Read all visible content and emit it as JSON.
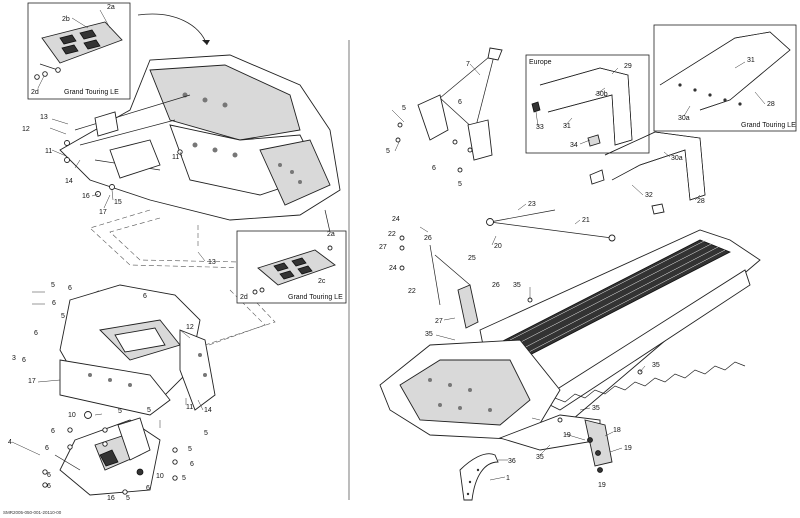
{
  "insets": {
    "top_left": {
      "label": "Grand Touring LE"
    },
    "mid_left": {
      "label": "Grand Touring LE"
    },
    "europe": {
      "label": "Europe"
    },
    "right": {
      "label": "Grand Touring LE"
    }
  },
  "callouts": {
    "c2a_top": "2a",
    "c2b": "2b",
    "c2d_top": "2d",
    "c13_top": "13",
    "c12_top": "12",
    "c11_top": "11",
    "c14_top": "14",
    "c16_top": "16",
    "c15": "15",
    "c17_top": "17",
    "c11_mid": "11",
    "c2a_mid": "2a",
    "c13_mid": "13",
    "c2c": "2c",
    "c2d_mid": "2d",
    "c5_a": "5",
    "c6_a": "6",
    "c6_b": "6",
    "c5_b": "5",
    "c6_c": "6",
    "c6_d": "6",
    "c12_bot": "12",
    "c3": "3",
    "c6_e": "6",
    "c17_bot": "17",
    "c11_bot": "11",
    "c14_bot": "14",
    "c10_a": "10",
    "c5_c": "5",
    "c5_d": "5",
    "c4": "4",
    "c6_f": "6",
    "c6_g": "6",
    "c5_e": "5",
    "c5_f": "5",
    "c6_h": "6",
    "c5_g": "5",
    "c6_i": "6",
    "c10_b": "10",
    "c6_j": "6",
    "c16_bot": "16",
    "c5_h": "5",
    "c6_k": "6",
    "c7": "7",
    "c5_r1": "5",
    "c6_r1": "6",
    "c5_r2": "5",
    "c6_r2": "6",
    "c5_r3": "5",
    "c29": "29",
    "c30b": "30b",
    "c31_eu": "31",
    "c33": "33",
    "c34": "34",
    "c31_gt": "31",
    "c30a_gt": "30a",
    "c28_gt": "28",
    "c30a": "30a",
    "c32": "32",
    "c28": "28",
    "c23": "23",
    "c21": "21",
    "c24_a": "24",
    "c22_a": "22",
    "c26_a": "26",
    "c27_a": "27",
    "c20": "20",
    "c24_b": "24",
    "c25": "25",
    "c22_b": "22",
    "c26_b": "26",
    "c35_a": "35",
    "c27_b": "27",
    "c35_b": "35",
    "c35_c": "35",
    "c35_d": "35",
    "c18": "18",
    "c19_a": "19",
    "c19_b": "19",
    "c19_c": "19",
    "c35_e": "35",
    "c36": "36",
    "c1": "1"
  },
  "doc_id": "SMR2005-050-001-20110-00"
}
